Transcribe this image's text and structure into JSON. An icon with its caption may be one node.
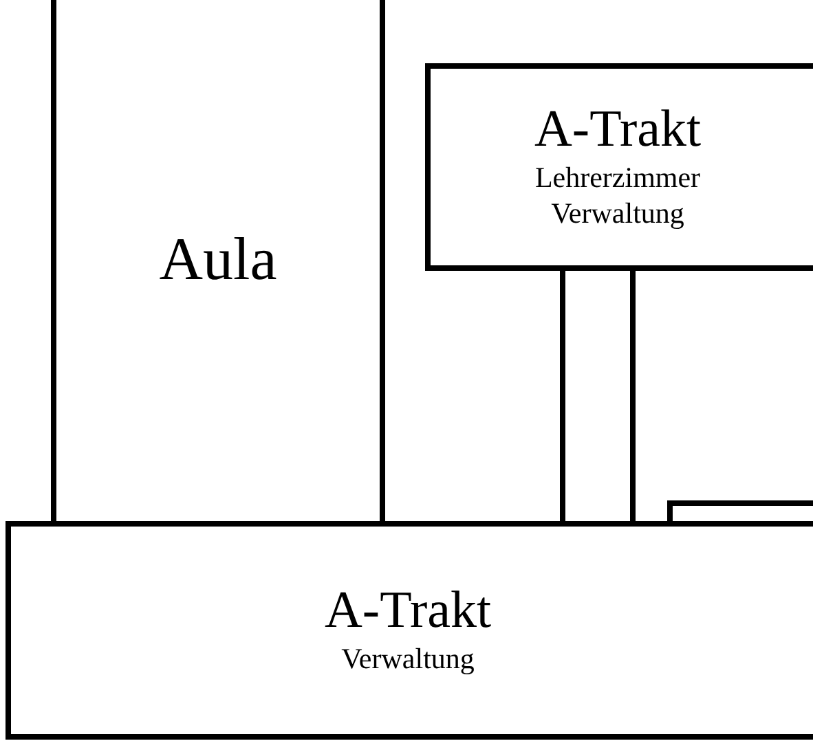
{
  "diagram": {
    "nodes": [
      {
        "text": [
          "Aula"
        ]
      },
      {
        "text": [
          "A-Trakt",
          "Lehrerzimmer Verwaltung"
        ]
      },
      {
        "text": [],
        "shape": "box"
      },
      {
        "text": [],
        "shape": "box"
      },
      {
        "text": [
          "A-Trakt",
          "Verwaltung"
        ]
      }
    ]
  }
}
